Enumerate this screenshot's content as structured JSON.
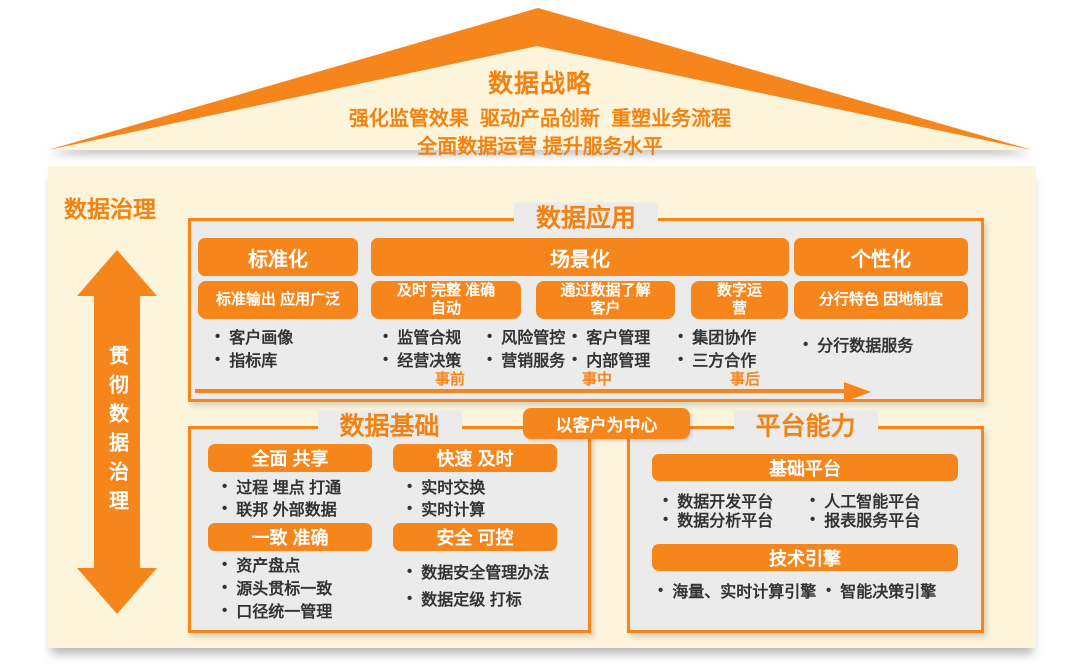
{
  "colors": {
    "accent_orange": "#F6861B",
    "title_orange": "#F28212",
    "house_cream": "#FCF4DB",
    "box_gray": "#EBEBEB",
    "bullet_text": "#333333",
    "white": "#FFFFFF"
  },
  "roof": {
    "title": "数据战略",
    "subtitle1": "强化监管效果  驱动产品创新  重塑业务流程",
    "subtitle2": "全面数据运营 提升服务水平"
  },
  "governance": {
    "title": "数据治理",
    "arrow_label": "贯彻数据治理"
  },
  "application": {
    "title": "数据应用",
    "standard": {
      "header": "标准化",
      "chip": "标准输出 应用广泛",
      "items": [
        "客户画像",
        "指标库"
      ]
    },
    "scenario": {
      "header": "场景化",
      "chips": [
        "及时 完整 准确\n自动",
        "通过数据了解\n客户",
        "数字运\n营"
      ],
      "cols": [
        [
          "监管合规",
          "经营决策"
        ],
        [
          "风险管控",
          "营销服务"
        ],
        [
          "客户管理",
          "内部管理"
        ],
        [
          "集团协作",
          "三方合作"
        ]
      ]
    },
    "personal": {
      "header": "个性化",
      "chip": "分行特色 因地制宜",
      "items": [
        "分行数据服务"
      ]
    },
    "timeline": [
      "事前",
      "事中",
      "事后"
    ]
  },
  "foundation": {
    "title": "数据基础",
    "cells": [
      {
        "header": "全面 共享",
        "items": [
          "过程 埋点 打通",
          "联邦 外部数据"
        ]
      },
      {
        "header": "快速 及时",
        "items": [
          "实时交换",
          "实时计算"
        ]
      },
      {
        "header": "一致 准确",
        "items": [
          "资产盘点",
          "源头贯标一致",
          "口径统一管理"
        ]
      },
      {
        "header": "安全 可控",
        "items": [
          "数据安全管理办法",
          "数据定级 打标"
        ]
      }
    ]
  },
  "badge": {
    "label": "以客户为中心"
  },
  "platform": {
    "title": "平台能力",
    "base": {
      "header": "基础平台",
      "col1": [
        "数据开发平台",
        "数据分析平台"
      ],
      "col2": [
        "人工智能平台",
        "报表服务平台"
      ]
    },
    "engine": {
      "header": "技术引擎",
      "items": [
        "海量、实时计算引擎",
        "智能决策引擎"
      ]
    }
  }
}
